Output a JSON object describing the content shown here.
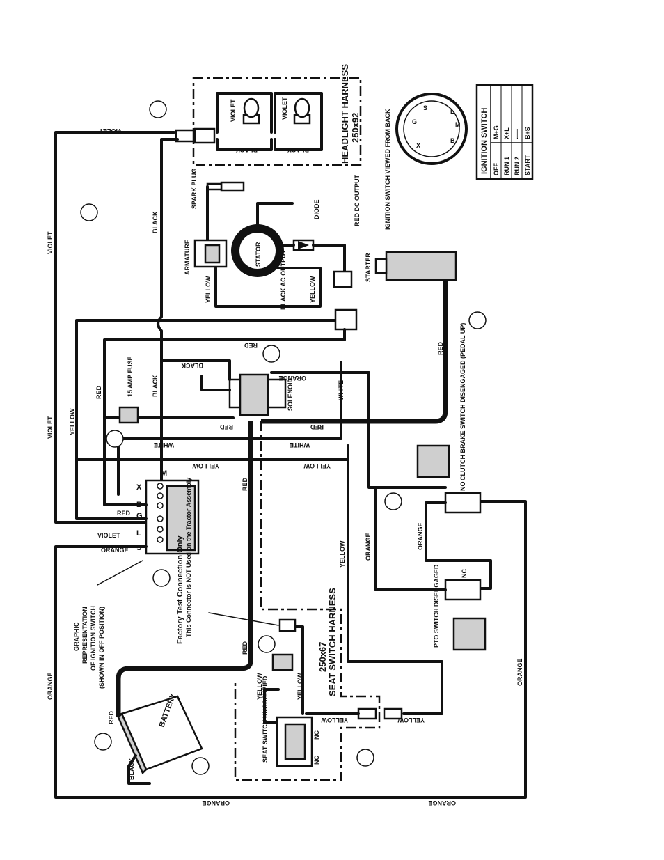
{
  "headlight_harness": {
    "title": "HEADLIGHT HARNESS",
    "part": "250x92"
  },
  "seat_switch_harness": {
    "title": "SEAT SWITCH HARNESS",
    "part": "250x67"
  },
  "ignition_table": {
    "title": "IGNITION SWITCH",
    "rows": [
      {
        "pos": "OFF",
        "contacts": "M+G"
      },
      {
        "pos": "RUN 1",
        "contacts": "X+L"
      },
      {
        "pos": "RUN 2",
        "contacts": "-----"
      },
      {
        "pos": "START",
        "contacts": "B+S"
      }
    ]
  },
  "ignition_switch_back_label": "IGNITION SWITCH VIEWED FROM BACK",
  "ignition_back_letters": [
    "S",
    "L",
    "M",
    "B",
    "X",
    "G"
  ],
  "graphic_rep_label": [
    "GRAPHIC",
    "REPRESENTATION",
    "OF IGNITION SWITCH",
    "(SHOWN IN OFF POSITION)"
  ],
  "switch_terminals": [
    "M",
    "X",
    "B",
    "G",
    "L",
    "S"
  ],
  "factory_test": {
    "title": "Factory Test Connection Only",
    "note": "This Connector is NOT Used on the Tractor Assembly"
  },
  "components": {
    "spark_plug": "SPARK PLUG",
    "armature": "ARMATURE",
    "stator": "STATOR",
    "diode": "DIODE",
    "red_dc_output": "RED DC OUTPUT",
    "black_ac_output": "BLACK AC OUTPUT",
    "starter": "STARTER",
    "fuse": "15 AMP FUSE",
    "solenoid": "SOLENOID",
    "battery": "BATTERY",
    "clutch_switch": "CLUTCH BRAKE SWITCH DISENGAGED (PEDAL UP)",
    "pto_switch": "PTO SWITCH DISENGAGED",
    "seat_switch": "SEAT SWITCH UNOCCUPIED",
    "no": "NO",
    "nc": "NC"
  },
  "wires": {
    "violet": "VIOLET",
    "black": "BLACK",
    "yellow": "YELLOW",
    "red": "RED",
    "white": "WHITE",
    "orange": "ORANGE"
  }
}
